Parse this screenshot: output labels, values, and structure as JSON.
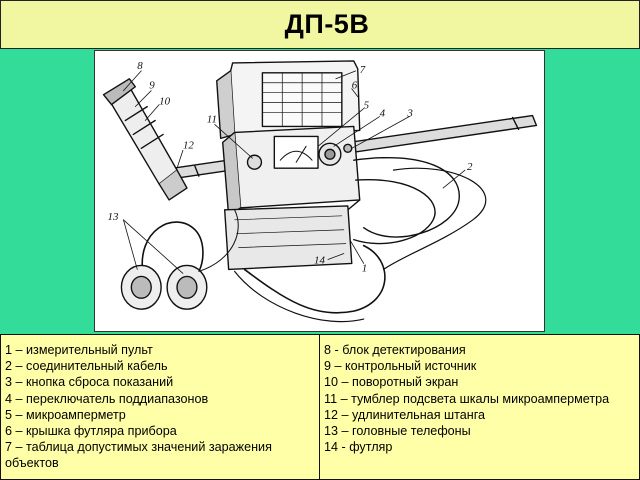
{
  "title": "ДП-5В",
  "figure": {
    "callouts": [
      "1",
      "2",
      "3",
      "4",
      "5",
      "6",
      "7",
      "8",
      "9",
      "10",
      "11",
      "12",
      "13",
      "14"
    ]
  },
  "legend": {
    "left": [
      "1 – измерительный пульт",
      "2 – соединительный кабель",
      "3 – кнопка сброса показаний",
      "4 – переключатель поддиапазонов",
      "5 – микроамперметр",
      "6 – крышка футляра прибора",
      "7 – таблица допустимых значений заражения объектов"
    ],
    "right": [
      "8 - блок детектирования",
      "9 – контрольный источник",
      "10 – поворотный экран",
      "11 – тумблер подсвета шкалы микроамперметра",
      "12 – удлинительная штанга",
      "13 – головные телефоны",
      "14 - футляр"
    ]
  }
}
